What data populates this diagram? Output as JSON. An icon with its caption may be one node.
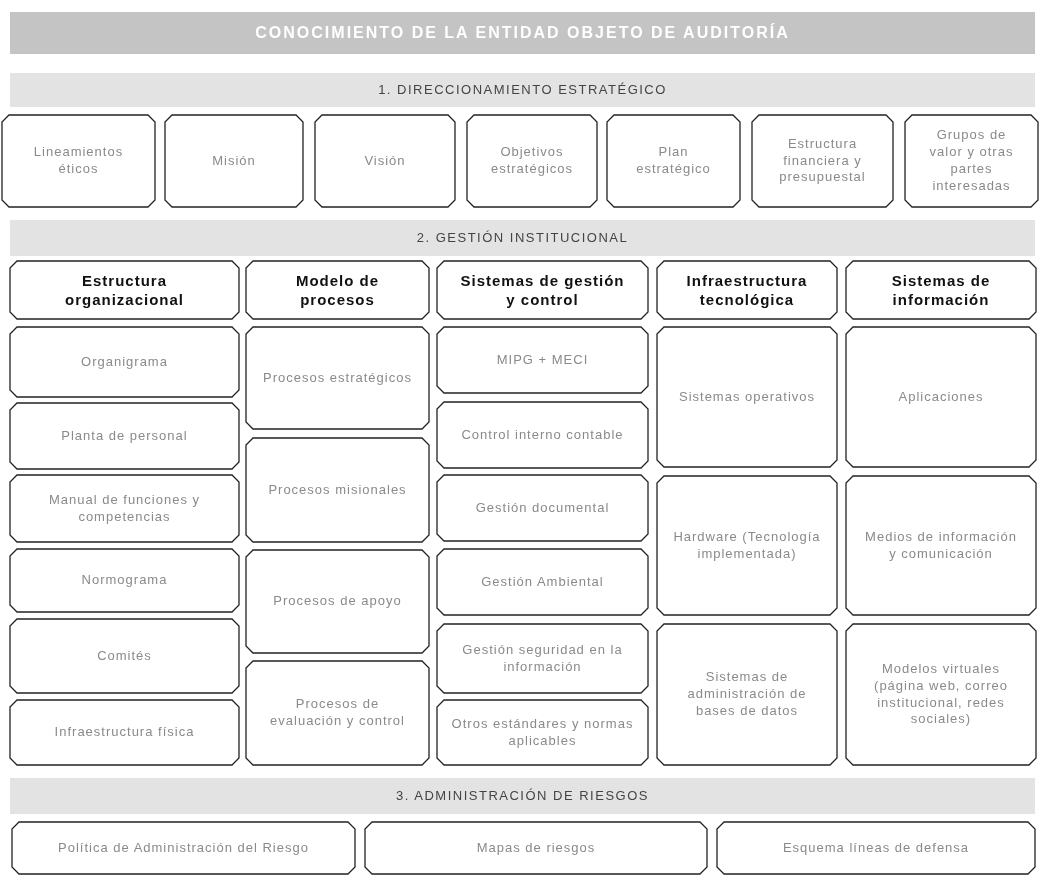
{
  "diagram": {
    "title": "CONOCIMIENTO DE LA ENTIDAD OBJETO DE AUDITORÍA",
    "nodes": [
      {
        "text": [
          "1. DIRECCIONAMIENTO ESTRATÉGICO"
        ]
      },
      {
        "text": [
          "Lineamientos éticos"
        ]
      },
      {
        "text": [
          "Misión"
        ]
      },
      {
        "text": [
          "Visión"
        ]
      },
      {
        "text": [
          "Objetivos estratégicos"
        ]
      },
      {
        "text": [
          "Plan estratégico"
        ]
      },
      {
        "text": [
          "Estructura financiera y presupuestal"
        ]
      },
      {
        "text": [
          "Grupos de valor y otras partes interesadas"
        ]
      },
      {
        "text": [
          "2. GESTIÓN INSTITUCIONAL"
        ]
      },
      {
        "text": [
          "Estructura organizacional"
        ]
      },
      {
        "text": [
          "Modelo de procesos"
        ]
      },
      {
        "text": [
          "Sistemas de gestión y control"
        ]
      },
      {
        "text": [
          "Infraestructura tecnológica"
        ]
      },
      {
        "text": [
          "Sistemas de información"
        ]
      },
      {
        "text": [
          "Organigrama"
        ]
      },
      {
        "text": [
          "Planta de personal"
        ]
      },
      {
        "text": [
          "Manual de funciones y competencias"
        ]
      },
      {
        "text": [
          "Normograma"
        ]
      },
      {
        "text": [
          "Comités"
        ]
      },
      {
        "text": [
          "Infraestructura física"
        ]
      },
      {
        "text": [
          "Procesos estratégicos"
        ]
      },
      {
        "text": [
          "Procesos misionales"
        ]
      },
      {
        "text": [
          "Procesos de apoyo"
        ]
      },
      {
        "text": [
          "Procesos de evaluación y control"
        ]
      },
      {
        "text": [
          "MIPG + MECI"
        ]
      },
      {
        "text": [
          "Control interno contable"
        ]
      },
      {
        "text": [
          "Gestión documental"
        ]
      },
      {
        "text": [
          "Gestión Ambiental"
        ]
      },
      {
        "text": [
          "Gestión seguridad en la información"
        ]
      },
      {
        "text": [
          "Otros estándares y normas aplicables"
        ]
      },
      {
        "text": [
          "Sistemas operativos"
        ]
      },
      {
        "text": [
          "Hardware (Tecnología implementada)"
        ]
      },
      {
        "text": [
          "Sistemas de administración de bases de datos"
        ]
      },
      {
        "text": [
          "Aplicaciones"
        ]
      },
      {
        "text": [
          "Medios de información y comunicación"
        ]
      },
      {
        "text": [
          "Modelos virtuales (página web, correo institucional, redes sociales)"
        ]
      },
      {
        "text": [
          "3. ADMINISTRACIÓN DE RIESGOS"
        ]
      },
      {
        "text": [
          "Política de Administración del Riesgo"
        ]
      },
      {
        "text": [
          "Mapas de riesgos"
        ]
      },
      {
        "text": [
          "Esquema líneas de defensa"
        ]
      }
    ]
  }
}
